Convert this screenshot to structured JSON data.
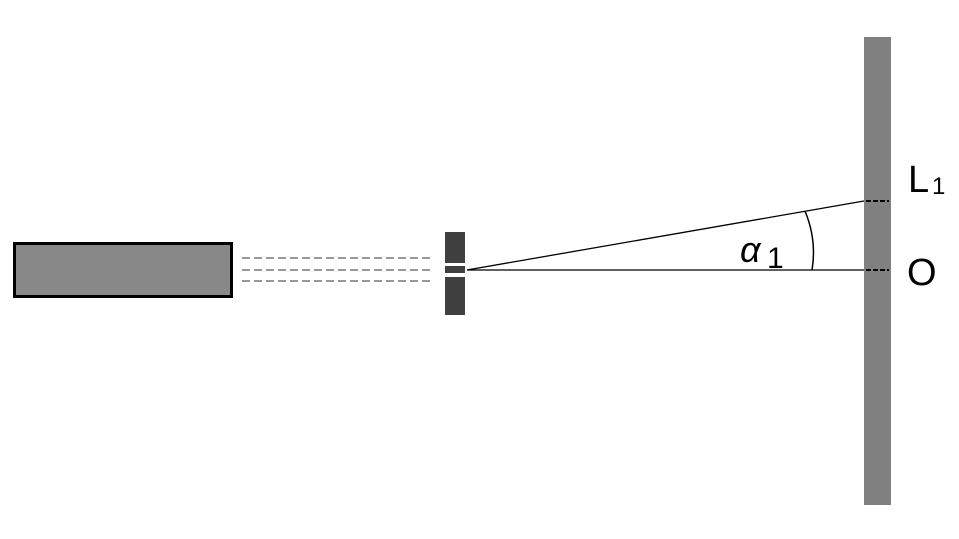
{
  "labels": {
    "screen_point_upper": "L",
    "screen_point_upper_sub": "1",
    "screen_point_center": "O",
    "angle_symbol": "α",
    "angle_sub": "1"
  },
  "colors": {
    "laser_fill": "#888888",
    "slit_fill": "#404040",
    "screen_fill": "#808080"
  }
}
